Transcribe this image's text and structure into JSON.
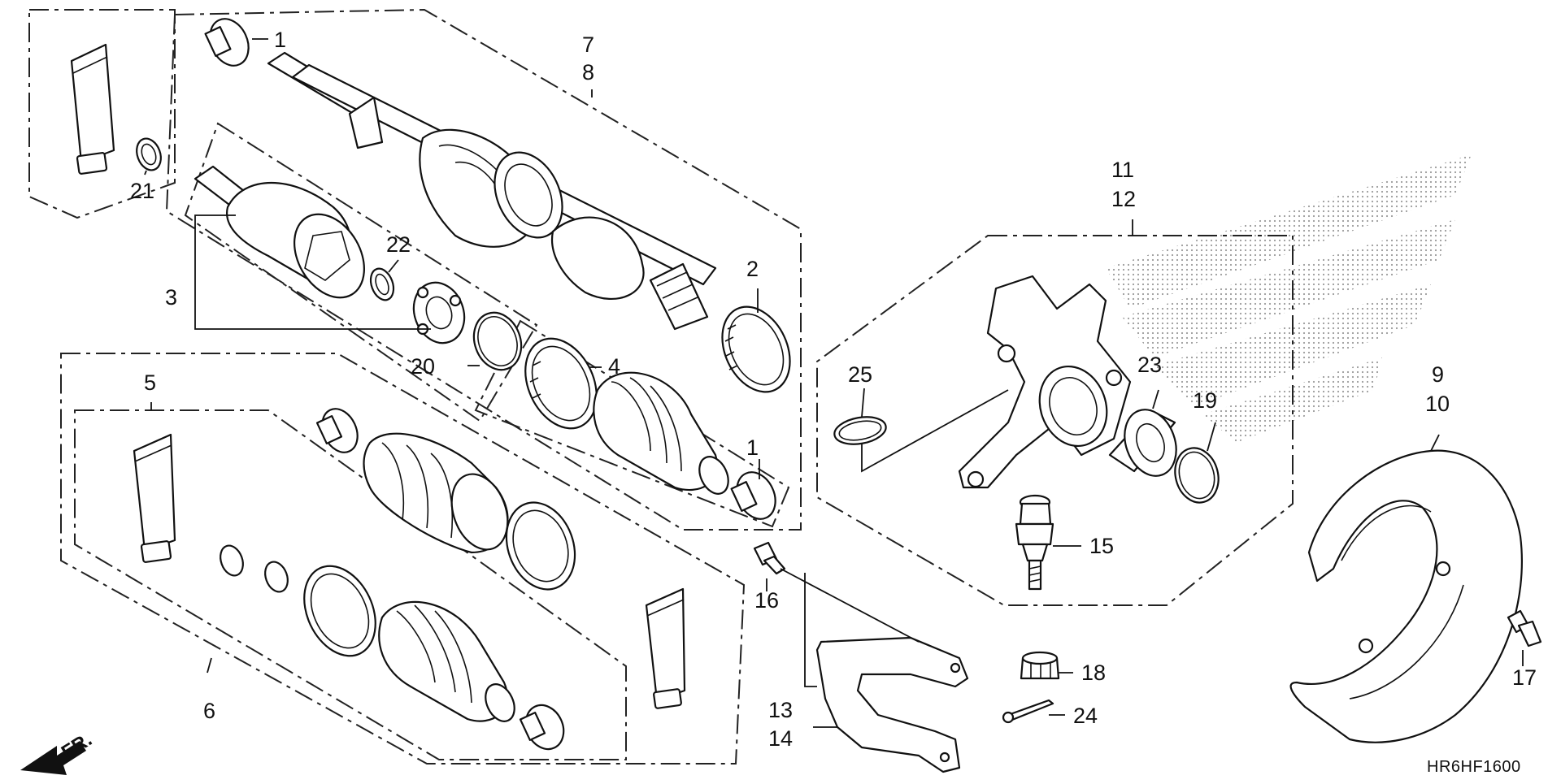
{
  "diagram": {
    "part_numbers": [
      "1",
      "1",
      "2",
      "3",
      "4",
      "5",
      "6",
      "7",
      "8",
      "9",
      "10",
      "11",
      "12",
      "13",
      "14",
      "15",
      "16",
      "17",
      "18",
      "19",
      "20",
      "21",
      "22",
      "23",
      "24",
      "25"
    ],
    "diagram_code": "HR6HF1600",
    "direction_label": "FR."
  }
}
